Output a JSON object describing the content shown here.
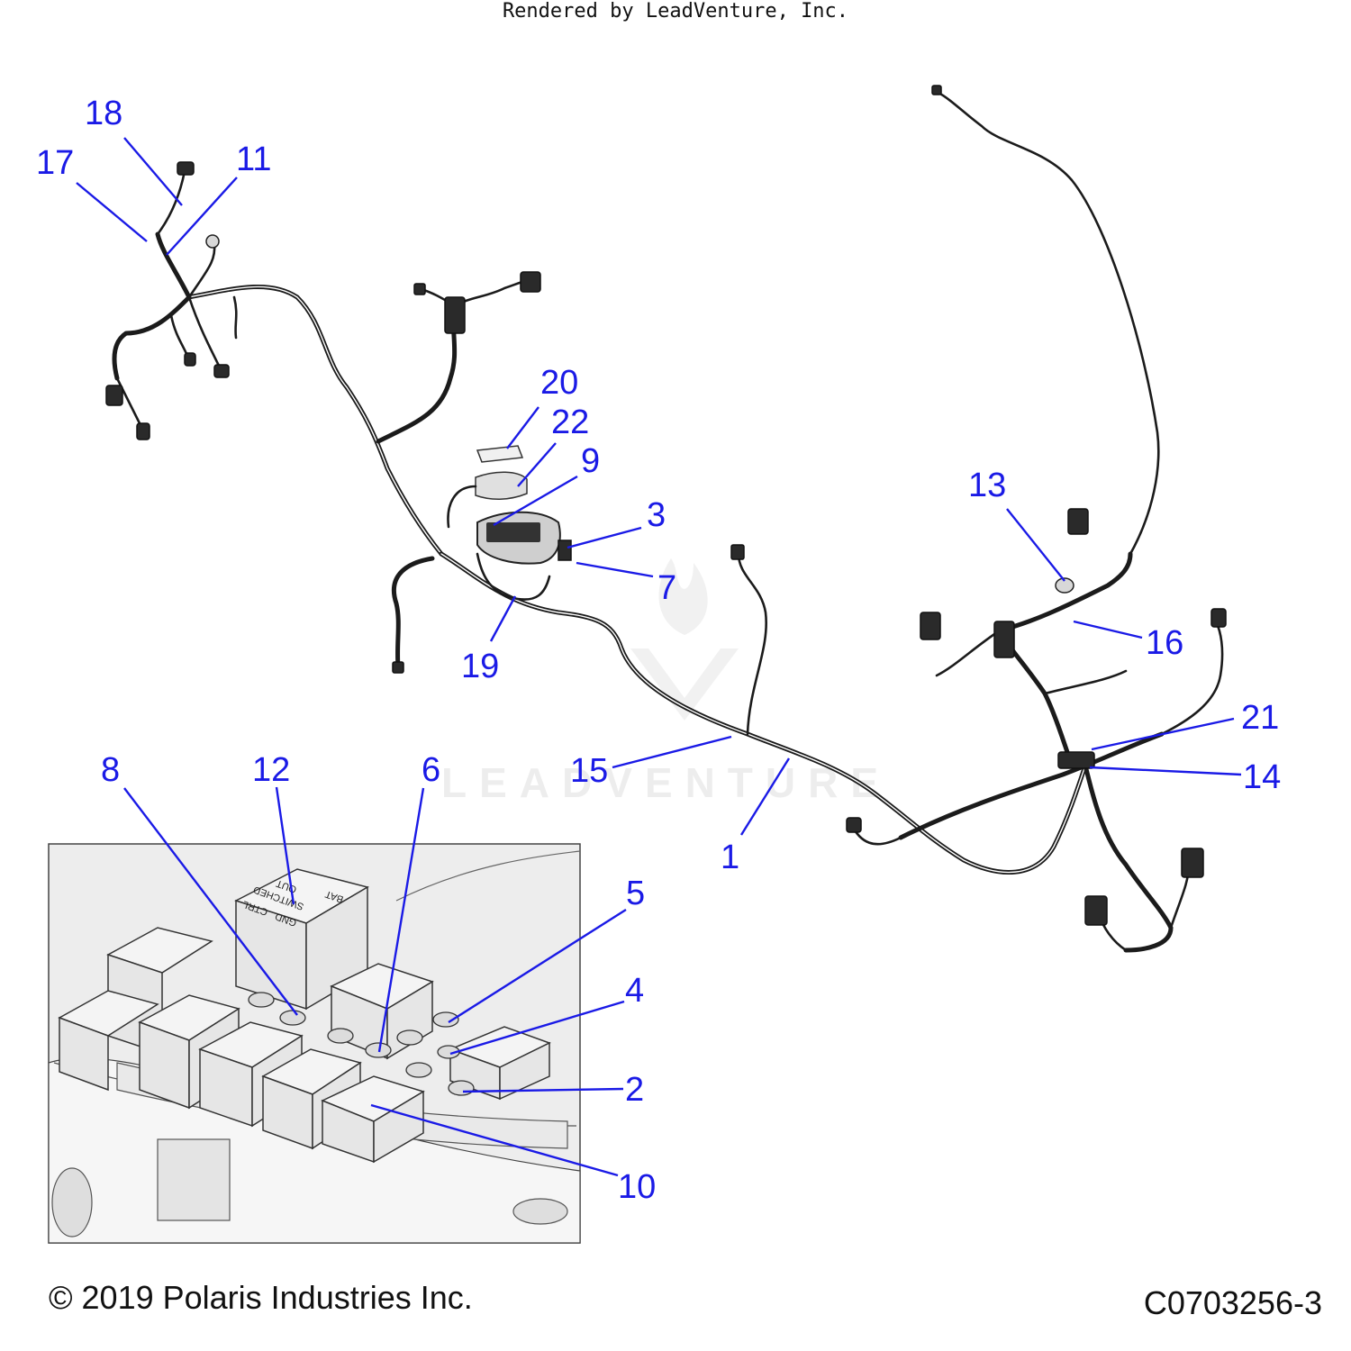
{
  "diagram": {
    "callouts": [
      {
        "id": "c18",
        "label": "18"
      },
      {
        "id": "c17",
        "label": "17"
      },
      {
        "id": "c11",
        "label": "11"
      },
      {
        "id": "c20",
        "label": "20"
      },
      {
        "id": "c22",
        "label": "22"
      },
      {
        "id": "c9",
        "label": "9"
      },
      {
        "id": "c3",
        "label": "3"
      },
      {
        "id": "c7",
        "label": "7"
      },
      {
        "id": "c19",
        "label": "19"
      },
      {
        "id": "c13",
        "label": "13"
      },
      {
        "id": "c16",
        "label": "16"
      },
      {
        "id": "c21",
        "label": "21"
      },
      {
        "id": "c14",
        "label": "14"
      },
      {
        "id": "c15",
        "label": "15"
      },
      {
        "id": "c1",
        "label": "1"
      },
      {
        "id": "c8",
        "label": "8"
      },
      {
        "id": "c12",
        "label": "12"
      },
      {
        "id": "c6",
        "label": "6"
      },
      {
        "id": "c5",
        "label": "5"
      },
      {
        "id": "c4",
        "label": "4"
      },
      {
        "id": "c2",
        "label": "2"
      },
      {
        "id": "c10",
        "label": "10"
      }
    ],
    "relay_label_lines": [
      "OUT",
      "BAT",
      "SWITCHED",
      "CTRL",
      "GND"
    ],
    "watermark": "LEADVENTURE",
    "colors": {
      "callout": "#1a1ae6",
      "harness": "#1b1b1b",
      "inset_bg": "#ededed"
    }
  },
  "footer": {
    "copyright": "© 2019 Polaris Industries Inc.",
    "drawing_code": "C0703256-3",
    "rendered_by": "Rendered by LeadVenture, Inc."
  }
}
